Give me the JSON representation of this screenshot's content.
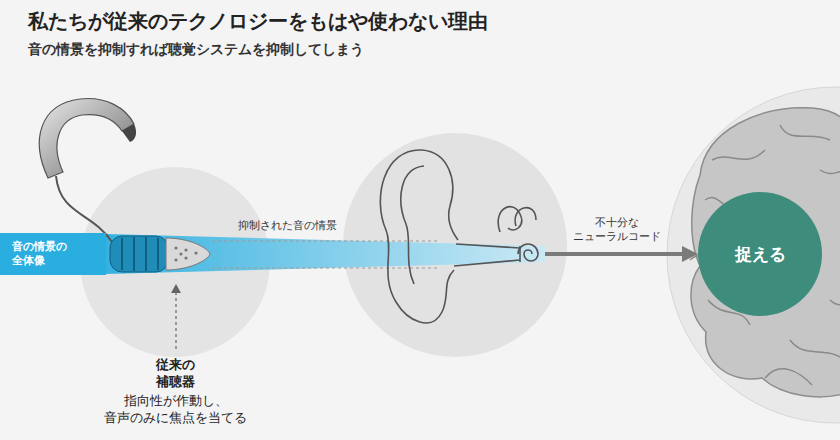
{
  "diagram": {
    "title": "私たちが従来のテクノロジーをもはや使わない理由",
    "nodes": [
      {
        "text": [
          "音の情景の 全体像"
        ]
      },
      {
        "text": [
          "捉える"
        ]
      }
    ],
    "edges": [
      {
        "from": 0,
        "to": 1,
        "arrow": "to",
        "label": "不十分な ニューラルコード"
      }
    ],
    "labels": [
      "音の情景を抑制すれば聴覚システムを抑制してしまう",
      "抑制された音の情景",
      "従来の 補聴器",
      "指向性が作動し、 音声のみに焦点を当てる"
    ]
  }
}
